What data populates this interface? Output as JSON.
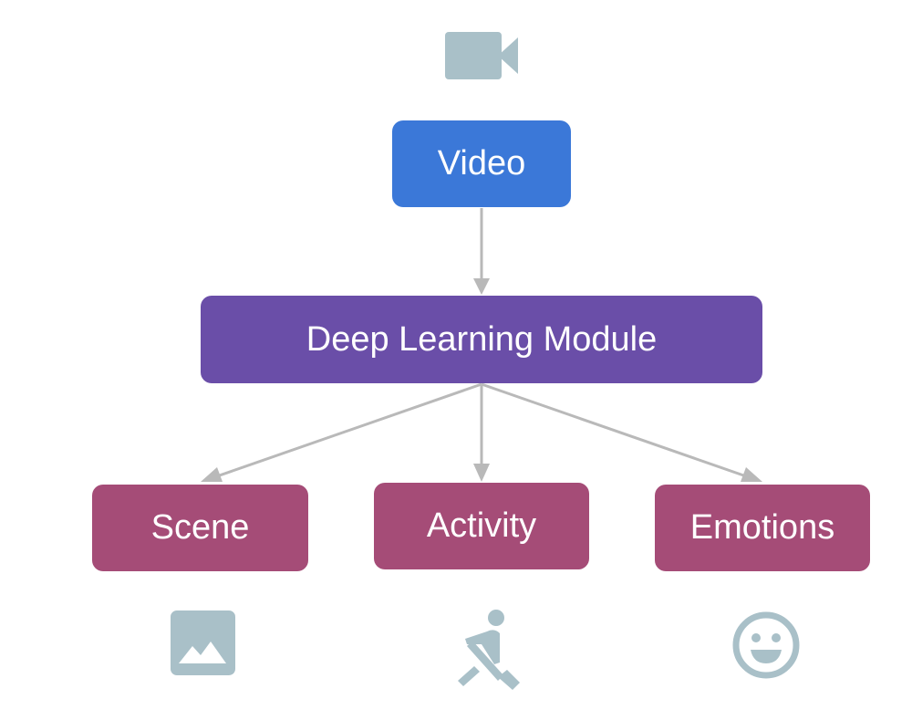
{
  "colors": {
    "input": "#3b78d8",
    "module": "#6a4ea8",
    "output": "#a54c77",
    "edge": "#b9b9b9",
    "icon": "#a9c0c8"
  },
  "nodes": {
    "video": {
      "label": "Video",
      "icon": "videocam-icon"
    },
    "module": {
      "label": "Deep Learning Module"
    },
    "scene": {
      "label": "Scene",
      "icon": "image-icon"
    },
    "activity": {
      "label": "Activity",
      "icon": "rowing-icon"
    },
    "emotions": {
      "label": "Emotions",
      "icon": "smiley-face-icon"
    }
  },
  "edges": [
    {
      "from": "video",
      "to": "module"
    },
    {
      "from": "module",
      "to": "scene"
    },
    {
      "from": "module",
      "to": "activity"
    },
    {
      "from": "module",
      "to": "emotions"
    }
  ]
}
